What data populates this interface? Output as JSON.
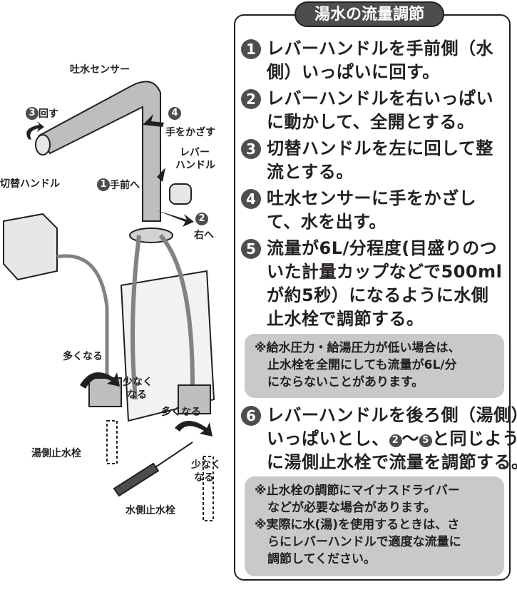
{
  "illustration": {
    "labels": {
      "sensor": "吐水センサー",
      "rotate_num": "3",
      "rotate": "回す",
      "hand_num": "4",
      "hand": "手をかざす",
      "lever_1": "レバー",
      "lever_2": "ハンドル",
      "switch_handle": "切替ハンドル",
      "toward_num": "1",
      "toward": "手前へ",
      "right_num": "2",
      "right": "右へ",
      "more_left": "多くなる",
      "less_left_1": "少なく",
      "less_left_2": "なる",
      "more_right": "多くなる",
      "less_right_1": "少なく",
      "less_right_2": "なる",
      "hot_valve": "湯側止水栓",
      "cold_valve": "水側止水栓"
    }
  },
  "panel": {
    "title": "湯水の流量調節",
    "steps": [
      {
        "num": "1",
        "lines": [
          "レバーハンドルを手前側（水",
          "側）いっぱいに回す。"
        ]
      },
      {
        "num": "2",
        "lines": [
          "レバーハンドルを右いっぱい",
          "に動かして、全開とする。"
        ]
      },
      {
        "num": "3",
        "lines": [
          "切替ハンドルを左に回して整",
          "流とする。"
        ]
      },
      {
        "num": "4",
        "lines": [
          "吐水センサーに手をかざし",
          "て、水を出す。"
        ]
      },
      {
        "num": "5",
        "lines": [
          "流量が6L/分程度(目盛りのつ",
          "いた計量カップなどで500ml",
          "が約5秒）になるように水側",
          "止水栓で調節する。"
        ]
      }
    ],
    "note1": [
      "※給水圧力・給湯圧力が低い場合は、",
      "止水栓を全開にしても流量が6L/分",
      "にならないことがあります。"
    ],
    "step6": {
      "num": "6",
      "line1": "レバーハンドルを後ろ側（湯側）",
      "line2_a": "いっぱいとし、",
      "ref_a": "2",
      "tilde": "〜",
      "ref_b": "5",
      "line2_b": "と同じよう",
      "line3": "に湯側止水栓で流量を調節する。"
    },
    "note2": [
      "※止水栓の調節にマイナスドライバー",
      "などが必要な場合があります。",
      "※実際に水(湯)を使用するときは、さ",
      "らにレバーハンドルで適度な流量に",
      "調節してください。"
    ]
  }
}
